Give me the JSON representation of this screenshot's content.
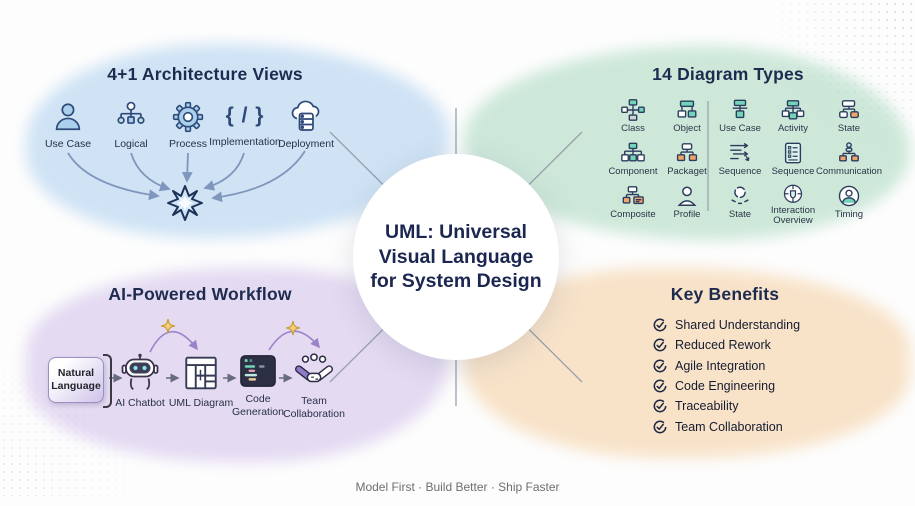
{
  "center": {
    "title_lines": [
      "UML: Universal",
      "Visual Language",
      "for System Design"
    ]
  },
  "footer": {
    "tagline": "Model First · Build Better · Ship Faster"
  },
  "architecture_views": {
    "title": "4+1 Architecture Views",
    "items": [
      {
        "label": "Use Case",
        "icon": "person-icon"
      },
      {
        "label": "Logical",
        "icon": "hierarchy-icon"
      },
      {
        "label": "Process",
        "icon": "gear-icon"
      },
      {
        "label": "Implementation",
        "icon": "code-braces-icon",
        "glyph": "{ / }"
      },
      {
        "label": "Deployment",
        "icon": "cloud-server-icon"
      }
    ]
  },
  "diagram_types": {
    "title": "14 Diagram Types",
    "left_group": [
      {
        "label": "Class"
      },
      {
        "label": "Object"
      },
      {
        "label": "Component"
      },
      {
        "label": "Packaget"
      },
      {
        "label": "Composite"
      },
      {
        "label": "Profile"
      }
    ],
    "right_group": [
      {
        "label": "Use Case"
      },
      {
        "label": "Activity"
      },
      {
        "label": "State"
      },
      {
        "label": "Sequence"
      },
      {
        "label": "Sequence"
      },
      {
        "label": "Communication"
      },
      {
        "label": "State"
      },
      {
        "label": "Interaction Overview"
      },
      {
        "label": "Timing"
      }
    ]
  },
  "workflow": {
    "title": "AI-Powered Workflow",
    "input_label": "Natural Language",
    "steps": [
      {
        "label": "AI Chatbot",
        "icon": "robot-icon"
      },
      {
        "label": "UML Diagram",
        "icon": "table-diagram-icon"
      },
      {
        "label": "Code Generation",
        "icon": "code-window-icon"
      },
      {
        "label": "Team Collaboration",
        "icon": "handshake-icon"
      }
    ]
  },
  "benefits": {
    "title": "Key Benefits",
    "items": [
      "Shared Understanding",
      "Reduced Rework",
      "Agile Integration",
      "Code Engineering",
      "Traceability",
      "Team Collaboration"
    ]
  },
  "colors": {
    "quadrant_blue": "#cfe3f5",
    "quadrant_green": "#cde8d9",
    "quadrant_purple": "#e4daf2",
    "quadrant_peach": "#f8e3c9",
    "title_navy": "#1d2b4f",
    "accent_teal": "#72d4b8",
    "accent_orange": "#f2a56b",
    "arrow_blue": "#7f97bd",
    "arrow_purple": "#9b82c9",
    "sparkle_gold": "#f3cf7a"
  }
}
